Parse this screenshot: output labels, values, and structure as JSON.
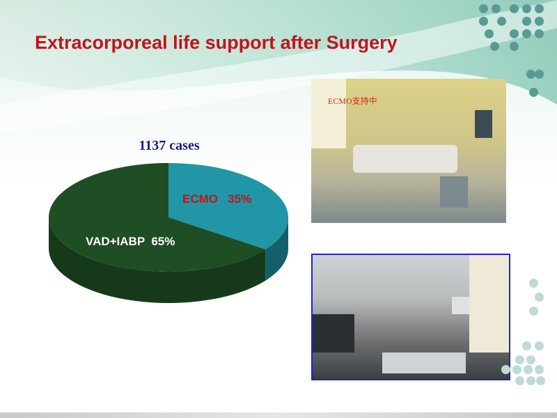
{
  "slide": {
    "title": "Extracorporeal life support after Surgery",
    "photo1_caption": "ECMO支持中"
  },
  "chart_data": {
    "type": "pie",
    "style": "3d",
    "title": "1137 cases",
    "slices": [
      {
        "label": "ECMO",
        "value": 35,
        "display": "ECMO   35%",
        "color": "#2196a6",
        "side_color": "#155f6b",
        "label_color": "#c0141c"
      },
      {
        "label": "VAD+IABP",
        "value": 65,
        "display": "VAD+IABP  65%",
        "color": "#1f4d24",
        "side_color": "#163a19",
        "label_color": "#ffffff"
      }
    ],
    "unit": "%",
    "start": "top",
    "direction": "clockwise"
  },
  "colors": {
    "title": "#c0141c",
    "subtitle": "#1a1a8c",
    "photo2_border": "#2323d0",
    "accent_dots": "#5a9a96"
  }
}
